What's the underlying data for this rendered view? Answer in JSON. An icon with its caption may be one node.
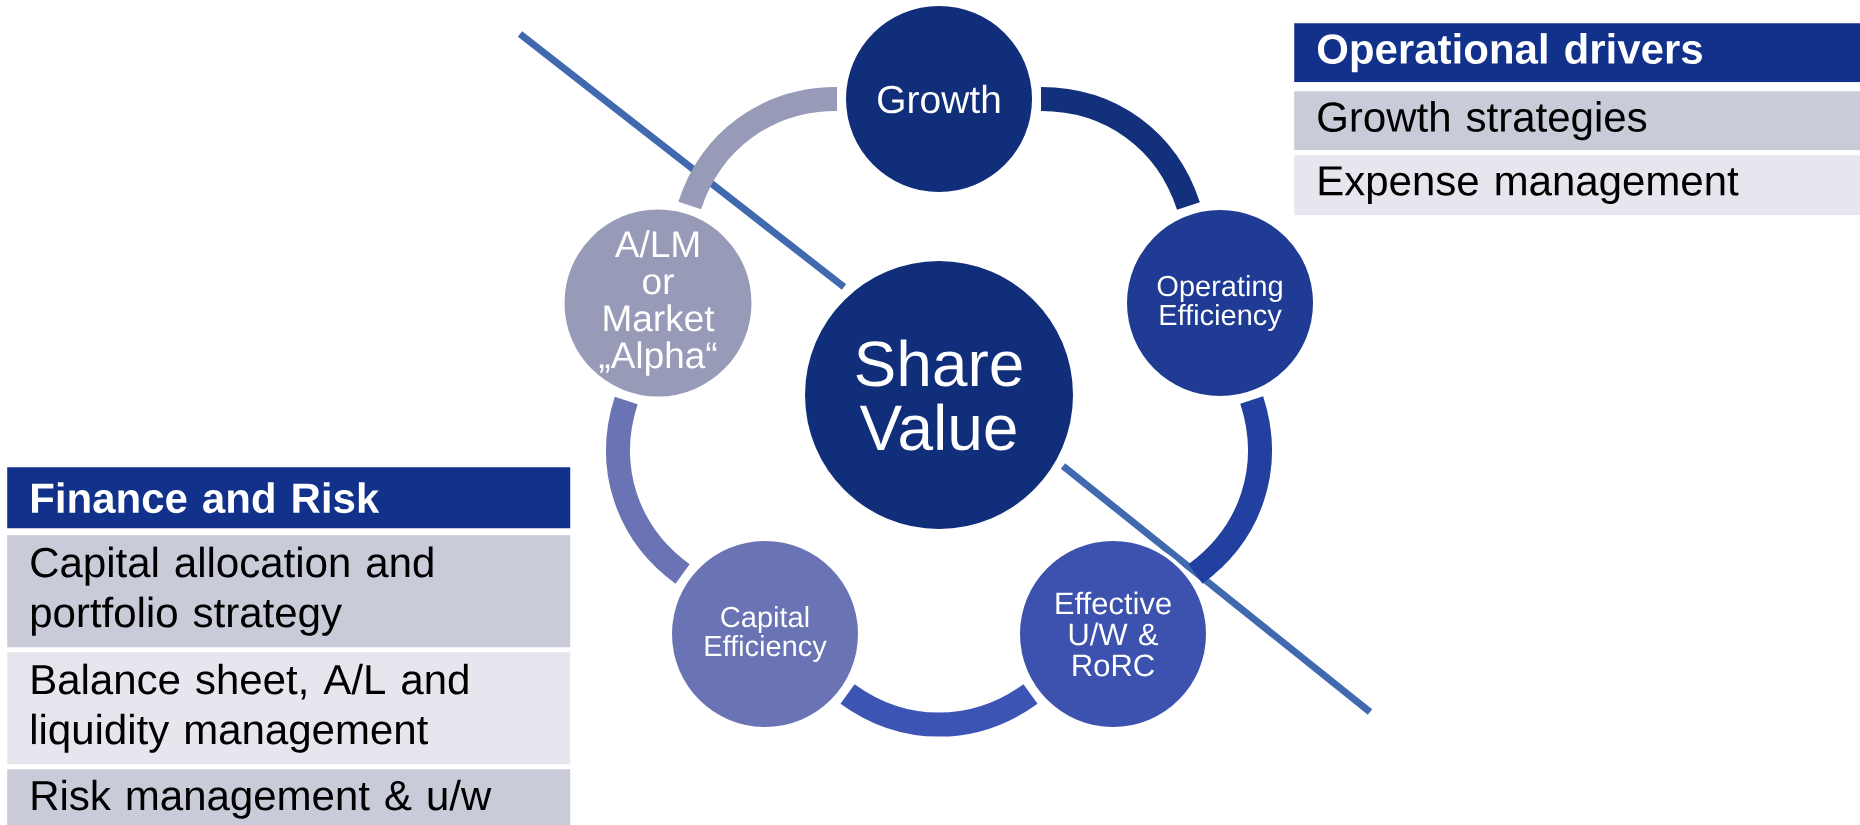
{
  "diagram": {
    "nodes": [
      {
        "text": [
          "Growth"
        ]
      },
      {
        "text": [
          "**Operational drivers**"
        ]
      },
      {
        "text": [
          "Growth strategies"
        ]
      },
      {
        "text": [
          "Expense management"
        ]
      },
      {
        "text": [
          "A/LM or Market „Alpha“"
        ]
      },
      {
        "text": [
          "Operating Efficiency"
        ]
      },
      {
        "text": [
          "Share Value"
        ]
      },
      {
        "text": [
          "**Finance and Risk**"
        ]
      },
      {
        "text": [
          "Capital allocation and portfolio strategy"
        ]
      },
      {
        "text": [
          "Capital Efficiency"
        ]
      },
      {
        "text": [
          "Effective U/W & RoRC"
        ]
      },
      {
        "text": [
          "Balance sheet, A/L and liquidity management"
        ]
      },
      {
        "text": [
          "Risk management & u/w"
        ]
      }
    ],
    "edges": [
      {
        "from": 0,
        "to": 5,
        "arrow": "none",
        "color": "#12307c"
      },
      {
        "from": 5,
        "to": 10,
        "arrow": "none",
        "color": "#2240a0"
      },
      {
        "from": 10,
        "to": 9,
        "arrow": "none",
        "color": "#3c54b4"
      },
      {
        "from": 9,
        "to": 4,
        "arrow": "none",
        "color": "#6a74b4"
      },
      {
        "from": 4,
        "to": 0,
        "arrow": "none",
        "color": "#989bb8"
      }
    ]
  }
}
